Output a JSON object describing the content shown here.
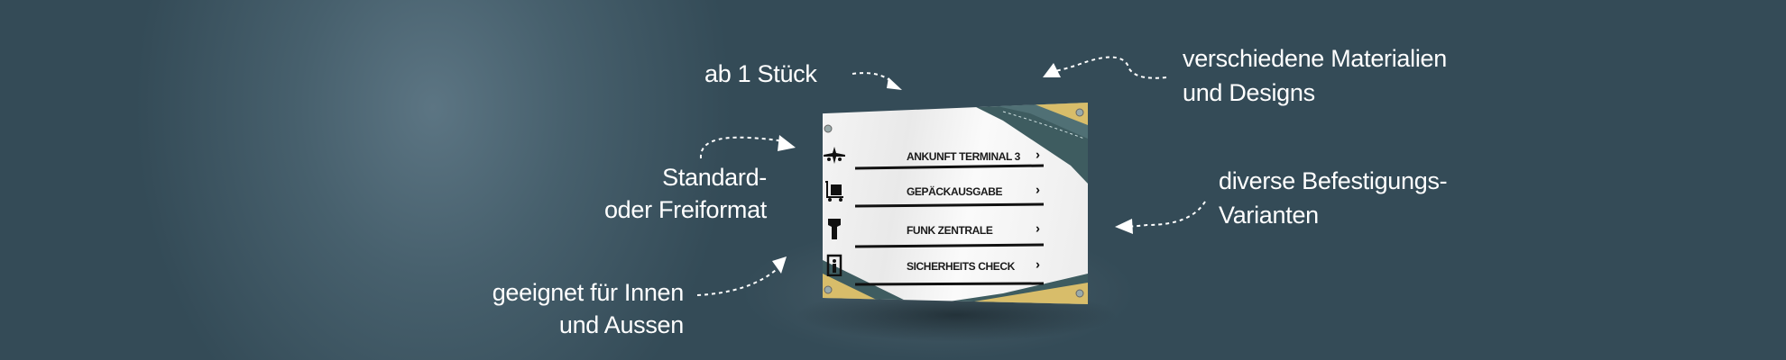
{
  "captions": {
    "ab_stueck": "ab 1 Stück",
    "materialien_1": "verschiedene  Materialien",
    "materialien_2": "und Designs",
    "format_1": "Standard-",
    "format_2": "oder Freiformat",
    "befestigung_1": "diverse Befestigungs-",
    "befestigung_2": "Varianten",
    "innen_1": "geeignet für Innen",
    "innen_2": "und Aussen"
  },
  "sign": {
    "rows": [
      {
        "label": "ANKUNFT TERMINAL 3",
        "icon": "airplane-icon",
        "arrow": "›"
      },
      {
        "label": "GEPÄCKAUSGABE",
        "icon": "luggage-cart-icon",
        "arrow": "›"
      },
      {
        "label": "FUNK ZENTRALE",
        "icon": "control-tower-icon",
        "arrow": "›"
      },
      {
        "label": "SICHERHEITS CHECK",
        "icon": "security-scanner-icon",
        "arrow": "›"
      }
    ]
  },
  "colors": {
    "background": "#344b57",
    "accent_teal": "#3e5c60",
    "accent_gold": "#d8bd6a"
  }
}
